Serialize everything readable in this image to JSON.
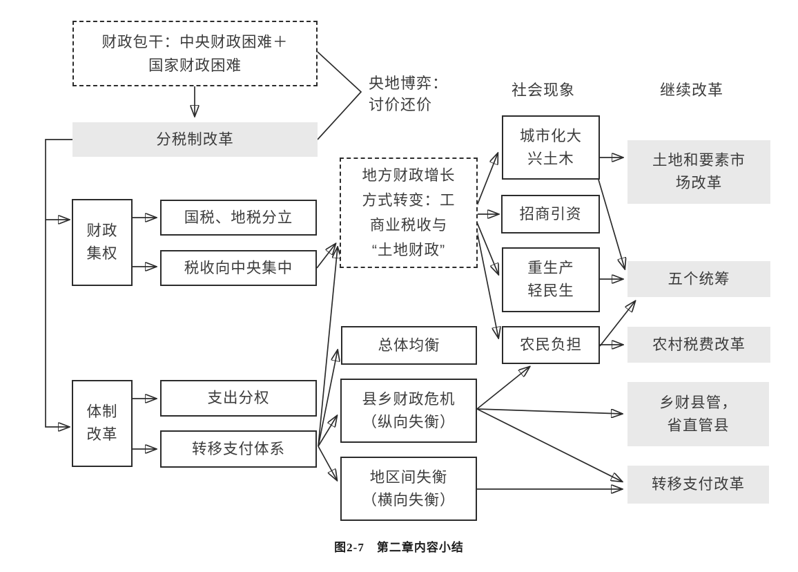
{
  "colors": {
    "line": "#2b2b2b",
    "text": "#3c3c3c",
    "grayfill": "#e9e9e9",
    "bg": "#ffffff"
  },
  "diagram": {
    "headers": {
      "social_phenomena": "社会现象",
      "continued_reform": "继续改革"
    },
    "labels": {
      "central_local_bargaining": "央地博弈：\n讨价还价"
    },
    "nodes": {
      "fiscal_contracting": "财政包干：中央财政困难＋\n国家财政困难",
      "tax_sharing_reform": "分税制改革",
      "fiscal_centralization": "财政\n集权",
      "national_local_tax_split": "国税、地税分立",
      "tax_to_center": "税收向中央集中",
      "system_reform": "体制\n改革",
      "expenditure_decentralization": "支出分权",
      "transfer_payment_system": "转移支付体系",
      "local_fiscal_growth": "地方财政增长\n方式转变：工\n商业税收与\n“土地财政”",
      "overall_balance": "总体均衡",
      "county_fiscal_crisis": "县乡财政危机\n（纵向失衡）",
      "regional_imbalance": "地区间失衡\n（横向失衡）",
      "urbanization_construction": "城市化大\n兴土木",
      "investment_attraction": "招商引资",
      "production_over_livelihood": "重生产\n轻民生",
      "farmer_burden": "农民负担",
      "land_factor_market_reform": "土地和要素市\n场改革",
      "five_coordinations": "五个统筹",
      "rural_tax_fee_reform": "农村税费改革",
      "township_fiscal_management": "乡财县管，\n省直管县",
      "transfer_payment_reform": "转移支付改革"
    },
    "caption": "图2-7　第二章内容小结"
  }
}
